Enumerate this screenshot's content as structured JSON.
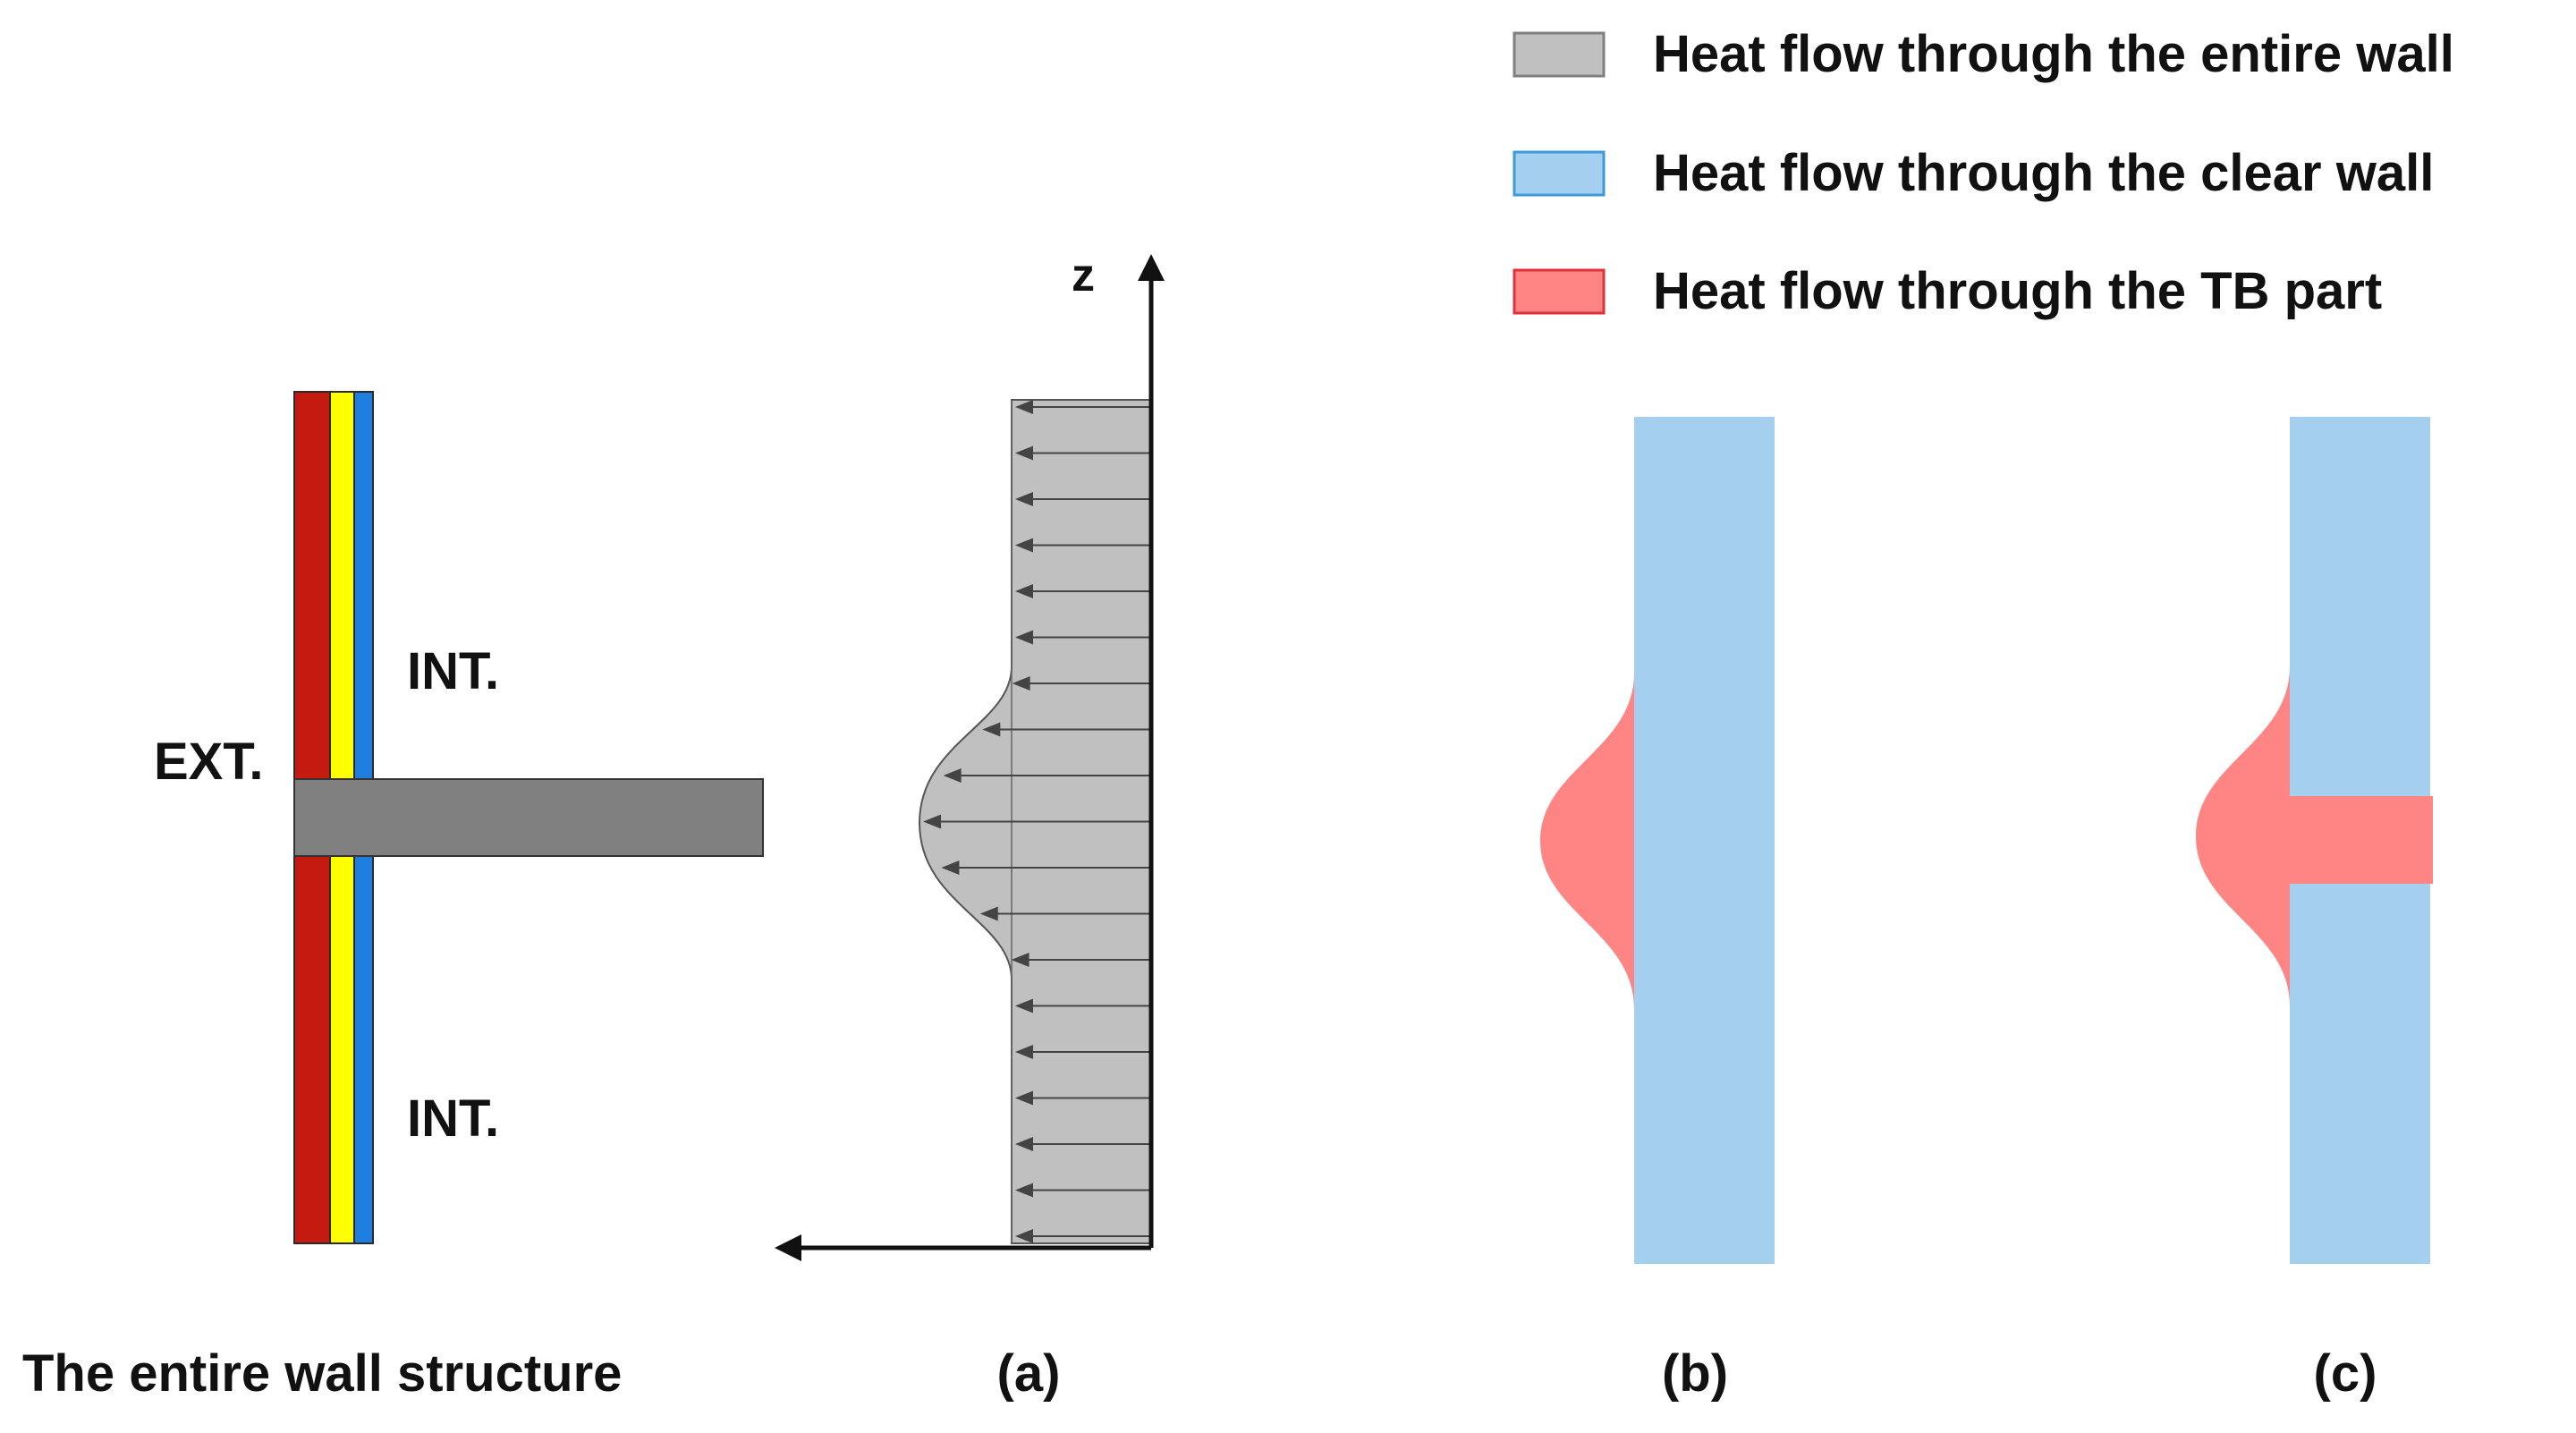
{
  "legend": [
    {
      "key": "entire",
      "label": "Heat flow through the entire wall",
      "fill": "#c0c0c0",
      "stroke": "#7f7f7f"
    },
    {
      "key": "clear",
      "label": "Heat flow through the clear wall",
      "fill": "#a4cfee",
      "stroke": "#3c9ad8"
    },
    {
      "key": "tb",
      "label": "Heat flow through the TB part",
      "fill": "#ff8585",
      "stroke": "#e0303a"
    }
  ],
  "wall": {
    "ext_label": "EXT.",
    "int_top_label": "INT.",
    "int_bottom_label": "INT.",
    "layer_colors": [
      "#c41a10",
      "#ffff00",
      "#1f7fe0"
    ],
    "slab_color": "#808080"
  },
  "profile": {
    "axis_label": "z",
    "arrow_rows": 19,
    "fill": "#c0c0c0"
  },
  "captions": {
    "wall": "The entire wall structure",
    "a": "(a)",
    "b": "(b)",
    "c": "(c)"
  },
  "colors": {
    "clear": "#a4cfee",
    "tb": "#ff8585",
    "ink": "#111111"
  }
}
